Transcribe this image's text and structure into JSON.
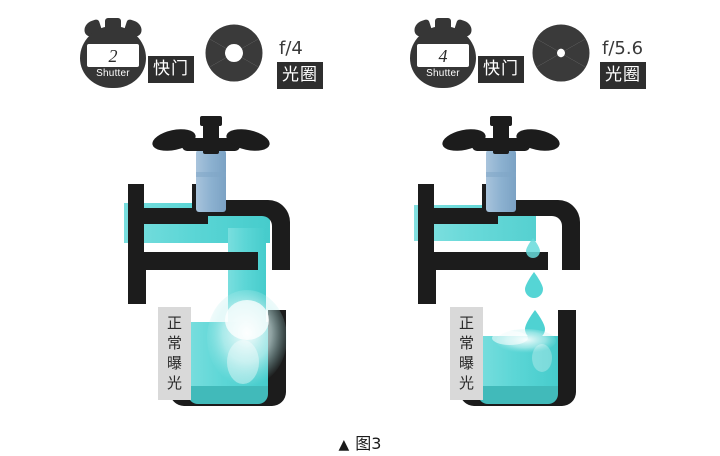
{
  "figure": {
    "caption_marker": "▲",
    "caption_text": "图3"
  },
  "colors": {
    "water": "#5fd8d8",
    "water_light": "#8fe6e6",
    "pipe_dark": "#1c1c1c",
    "icon_dark": "#363636",
    "badge_dark": "#2e2e2e",
    "badge_light": "#d9d9d9",
    "valve_blue": "#8fb0cf"
  },
  "panels": [
    {
      "id": "left",
      "shutter": {
        "value": "2",
        "sub_label": "Shutter",
        "badge_label": "快门"
      },
      "aperture": {
        "f_number": "f/4",
        "badge_label": "光圈",
        "opening": "wide"
      },
      "exposure_label": [
        "正",
        "常",
        "曝",
        "光"
      ],
      "flow": "stream"
    },
    {
      "id": "right",
      "shutter": {
        "value": "4",
        "sub_label": "Shutter",
        "badge_label": "快门"
      },
      "aperture": {
        "f_number": "f/5.6",
        "badge_label": "光圈",
        "opening": "narrow"
      },
      "exposure_label": [
        "正",
        "常",
        "曝",
        "光"
      ],
      "flow": "drops"
    }
  ]
}
